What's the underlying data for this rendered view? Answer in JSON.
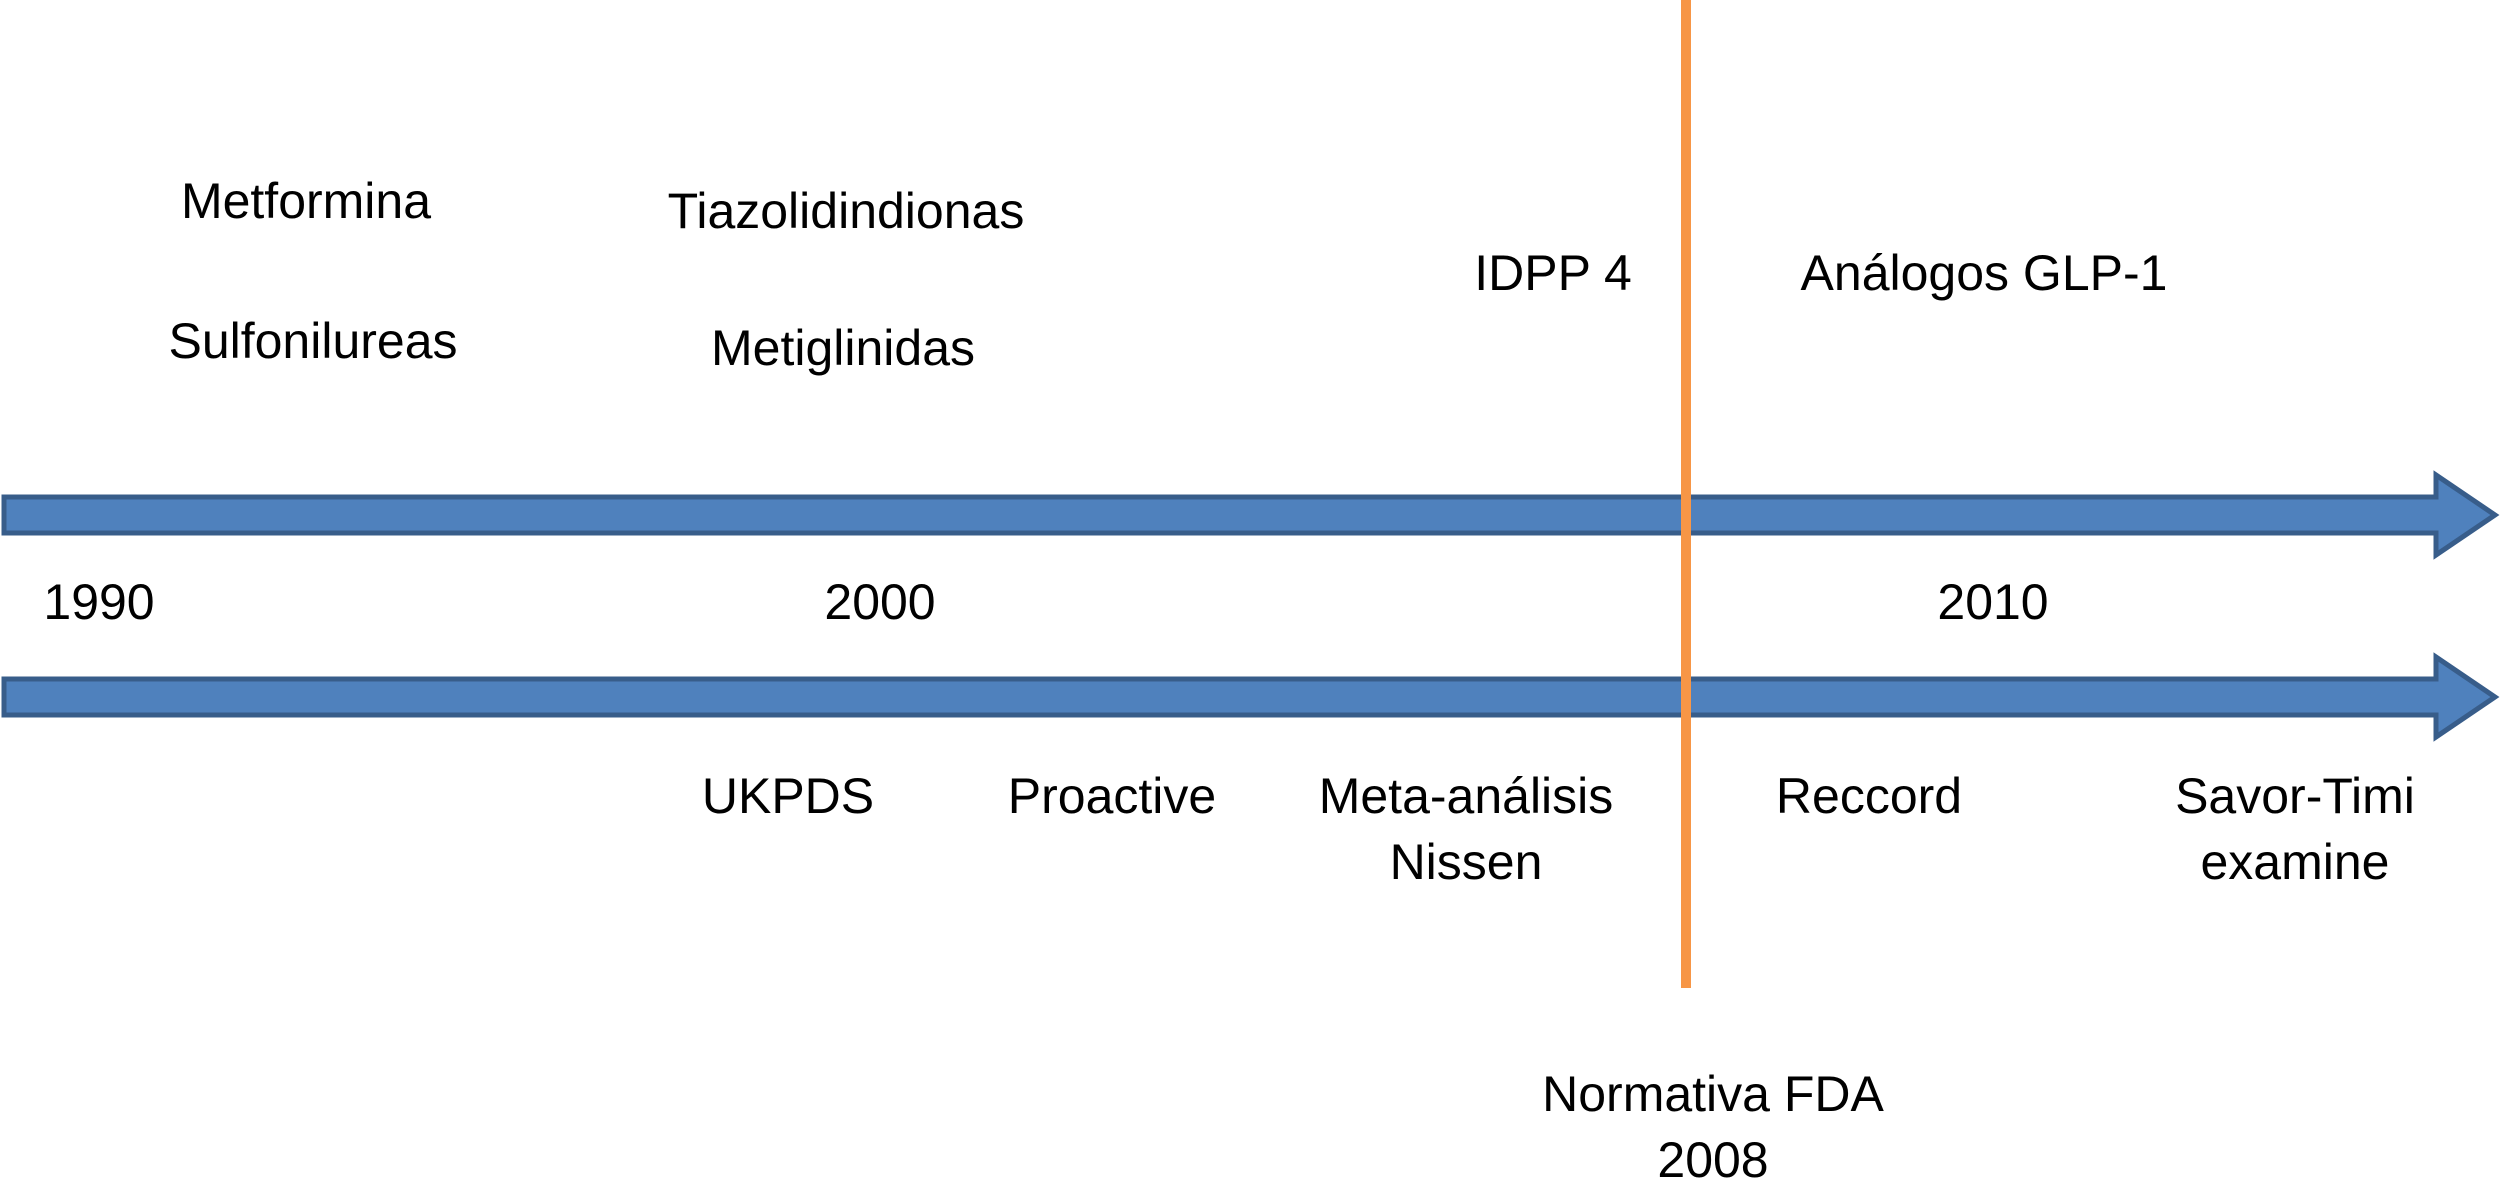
{
  "colors": {
    "arrow_fill": "#4f81bd",
    "arrow_stroke": "#385d8a",
    "marker_line": "#f79646",
    "text": "#000000"
  },
  "drugs": [
    {
      "id": "metformina",
      "label": "Metformina"
    },
    {
      "id": "sulfonilureas",
      "label": "Sulfonilureas"
    },
    {
      "id": "tiazolidindionas",
      "label": "Tiazolidindionas"
    },
    {
      "id": "metiglinidas",
      "label": "Metiglinidas"
    },
    {
      "id": "idpp4",
      "label": "IDPP 4"
    },
    {
      "id": "glp1",
      "label": "Análogos GLP-1"
    }
  ],
  "years": [
    {
      "id": "1990",
      "label": "1990"
    },
    {
      "id": "2000",
      "label": "2000"
    },
    {
      "id": "2010",
      "label": "2010"
    }
  ],
  "trials": [
    {
      "id": "ukpds",
      "lines": [
        "UKPDS"
      ]
    },
    {
      "id": "proactive",
      "lines": [
        "Proactive"
      ]
    },
    {
      "id": "meta-analisis",
      "lines": [
        "Meta-análisis",
        "Nissen"
      ]
    },
    {
      "id": "reccord",
      "lines": [
        "Reccord"
      ]
    },
    {
      "id": "savor-timi",
      "lines": [
        "Savor-Timi",
        "examine"
      ]
    }
  ],
  "marker": {
    "lines": [
      "Normativa FDA",
      "2008"
    ]
  }
}
